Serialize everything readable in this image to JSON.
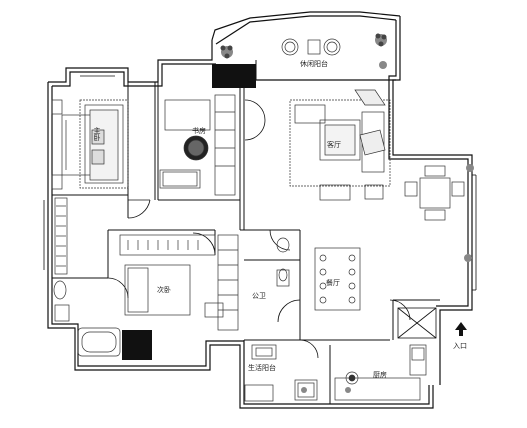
{
  "plan": {
    "rooms": {
      "leisure_balcony": "休闲阳台",
      "master_bedroom": "主卧",
      "study": "书房",
      "living_room": "客厅",
      "second_bedroom": "次卧",
      "public_bath": "公卫",
      "dining_room": "餐厅",
      "kitchen": "厨房",
      "service_balcony": "生活阳台"
    },
    "entrance_label": "入口"
  }
}
